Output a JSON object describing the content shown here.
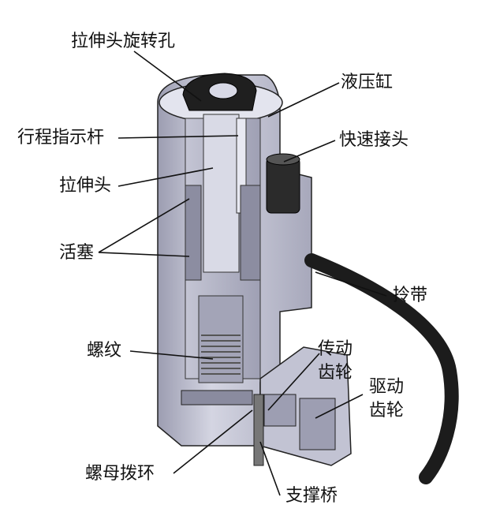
{
  "labels": {
    "rotation_hole": "拉伸头旋转孔",
    "hydraulic_cylinder": "液压缸",
    "stroke_indicator": "行程指示杆",
    "quick_coupler": "快速接头",
    "tension_head": "拉伸头",
    "piston": "活塞",
    "strap": "拎带",
    "thread": "螺纹",
    "transmission_gear_1": "传动",
    "transmission_gear_2": "齿轮",
    "drive_gear_1": "驱动",
    "drive_gear_2": "齿轮",
    "nut_ring": "螺母拨环",
    "support_bridge": "支撑桥"
  },
  "colors": {
    "body": "#c9cad8",
    "body_dark": "#8e8fa3",
    "inner": "#b5b6c6",
    "outline": "#1a1a1a",
    "strap": "#1c1c1c"
  }
}
